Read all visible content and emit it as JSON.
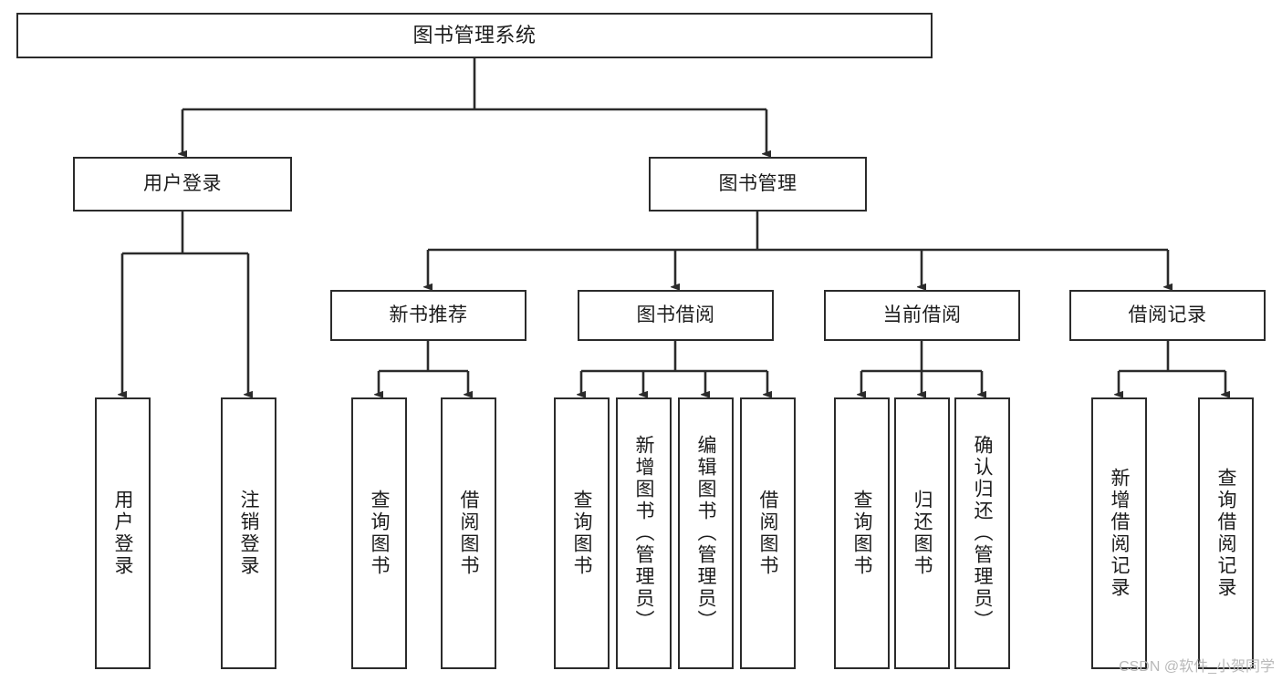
{
  "diagram": {
    "title": "图书管理系统",
    "background_color": "#ffffff",
    "line_color": "#2b2b2b",
    "text_color": "#1c1c1c",
    "watermark": "CSDN @软件_小贺同学",
    "nodes": {
      "root": {
        "label": "图书管理系统"
      },
      "level1": [
        {
          "label": "用户登录"
        },
        {
          "label": "图书管理"
        }
      ],
      "level2": [
        {
          "label": "新书推荐"
        },
        {
          "label": "图书借阅"
        },
        {
          "label": "当前借阅"
        },
        {
          "label": "借阅记录"
        }
      ],
      "leaves_user_login": [
        {
          "label": "用户登录"
        },
        {
          "label": "注销登录"
        }
      ],
      "leaves_new_book": [
        {
          "label": "查询图书"
        },
        {
          "label": "借阅图书"
        }
      ],
      "leaves_borrow": [
        {
          "label": "查询图书"
        },
        {
          "label": "新增图书（管理员）"
        },
        {
          "label": "编辑图书（管理员）"
        },
        {
          "label": "借阅图书"
        }
      ],
      "leaves_current": [
        {
          "label": "查询图书"
        },
        {
          "label": "归还图书"
        },
        {
          "label": "确认归还（管理员）"
        }
      ],
      "leaves_records": [
        {
          "label": "新增借阅记录"
        },
        {
          "label": "查询借阅记录"
        }
      ]
    }
  }
}
